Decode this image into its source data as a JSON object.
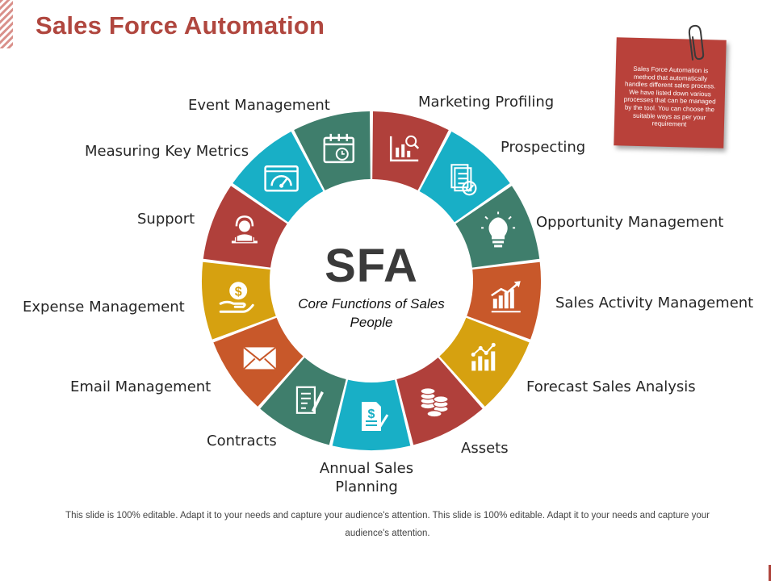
{
  "title": "Sales Force Automation",
  "center": {
    "title": "SFA",
    "subtitle": "Core Functions of Sales People"
  },
  "note": {
    "text": "Sales Force Automation is method that automatically handles different sales process. We have listed down various processes  that can be managed by the tool. You can choose the suitable ways as per your requirement"
  },
  "footer": "This slide is 100% editable. Adapt it to your needs and capture your audience's attention. This slide is 100% editable. Adapt it to your needs and capture your audience's attention.",
  "colors": {
    "red": "#b0403b",
    "teal": "#18afc6",
    "green": "#3f7e6c",
    "orange": "#c8582a",
    "gold": "#d6a110",
    "title": "#b0473f"
  },
  "segments": [
    {
      "label": "Marketing Profiling",
      "icon": "chart-search-icon",
      "color": "#b0403b"
    },
    {
      "label": "Prospecting",
      "icon": "checklist-icon",
      "color": "#18afc6"
    },
    {
      "label": "Opportunity Management",
      "icon": "lightbulb-icon",
      "color": "#3f7e6c"
    },
    {
      "label": "Sales Activity Management",
      "icon": "growth-chart-icon",
      "color": "#c8582a"
    },
    {
      "label": "Forecast Sales Analysis",
      "icon": "bar-chart-icon",
      "color": "#d6a110"
    },
    {
      "label": "Assets",
      "icon": "coins-icon",
      "color": "#b0403b"
    },
    {
      "label": "Annual Sales Planning",
      "icon": "dollar-document-icon",
      "color": "#18afc6"
    },
    {
      "label": "Contracts",
      "icon": "contract-icon",
      "color": "#3f7e6c"
    },
    {
      "label": "Email Management",
      "icon": "envelope-icon",
      "color": "#c8582a"
    },
    {
      "label": "Expense Management",
      "icon": "money-hand-icon",
      "color": "#d6a110"
    },
    {
      "label": "Support",
      "icon": "headset-agent-icon",
      "color": "#b0403b"
    },
    {
      "label": "Measuring Key Metrics",
      "icon": "dashboard-icon",
      "color": "#18afc6"
    },
    {
      "label": "Event Management",
      "icon": "calendar-icon",
      "color": "#3f7e6c"
    }
  ]
}
